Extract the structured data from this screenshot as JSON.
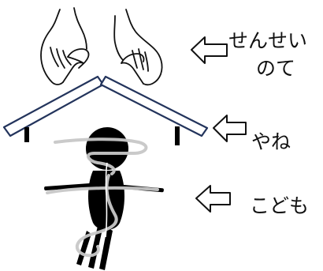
{
  "labels": {
    "teacher_line1": "せんせい",
    "teacher_line2": "のて",
    "roof": "やね",
    "child": "こども"
  },
  "icons": {
    "teacher_hands": "hands-icon",
    "roof": "roof-icon",
    "child": "child-figure-icon",
    "arrow": "left-arrow-icon"
  },
  "colors": {
    "roof_outline": "#23345c",
    "figure": "#000000",
    "swirl": "#c8c8c8",
    "ink": "#111111"
  }
}
